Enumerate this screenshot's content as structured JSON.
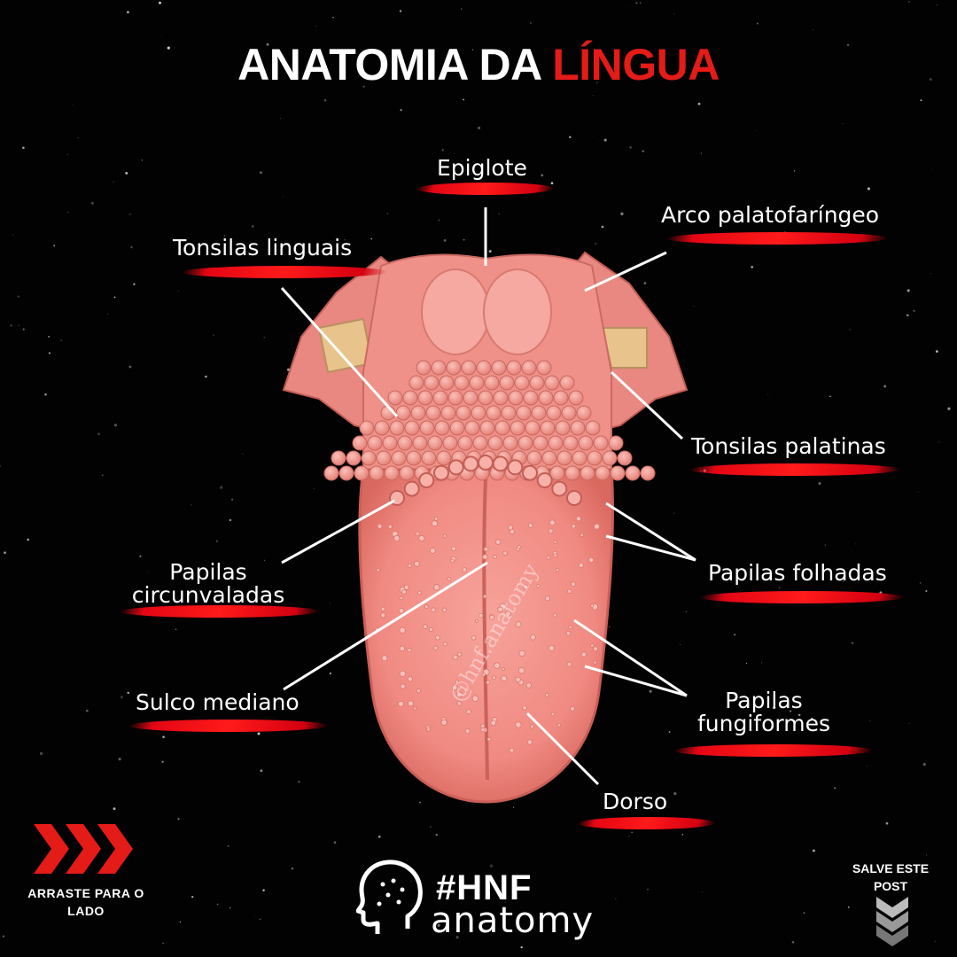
{
  "title": {
    "main": "ANATOMIA DA ",
    "accent": "LÍNGUA"
  },
  "labels": {
    "epiglote": "Epiglote",
    "arco": "Arco palatofaríngeo",
    "tonsilas_linguais": "Tonsilas linguais",
    "tonsilas_palatinas": "Tonsilas palatinas",
    "papilas_circ_1": "Papilas",
    "papilas_circ_2": "circunvaladas",
    "papilas_folhadas": "Papilas folhadas",
    "sulco": "Sulco mediano",
    "papilas_fung_1": "Papilas",
    "papilas_fung_2": "fungiformes",
    "dorso": "Dorso"
  },
  "watermark": "@hnf.anatomy",
  "footer": {
    "drag_label": "ARRASTE PARA O LADO",
    "save_label": "SALVE ESTE POST",
    "brand_hash": "#HNF",
    "brand_word": "anatomy"
  },
  "colors": {
    "accent_red": "#e41b17",
    "tongue": "#f4918a",
    "tongue_dark": "#e2766f",
    "background": "#020202"
  },
  "icons": [
    "chevrons-right-icon",
    "chevrons-down-icon",
    "head-brain-icon"
  ]
}
